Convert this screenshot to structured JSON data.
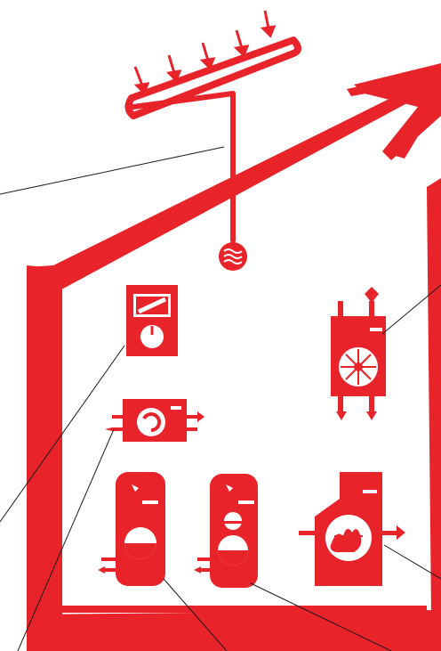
{
  "scene": {
    "description_free": true,
    "brand_color": "#e8232a",
    "leader_color": "#1a1a1a",
    "background": "#ffffff"
  },
  "components": [
    {
      "id": "solar-collector",
      "icon": "solar-panel-icon"
    },
    {
      "id": "sun-rays",
      "icon": "arrow-down-icon",
      "count": 5
    },
    {
      "id": "house-outline",
      "icon": "house-icon"
    },
    {
      "id": "controller",
      "icon": "thermostat-controller-icon"
    },
    {
      "id": "ventilation-unit",
      "icon": "fan-icon"
    },
    {
      "id": "heat-pump-module",
      "icon": "circulation-pump-icon"
    },
    {
      "id": "storage-tank-left",
      "icon": "water-tank-icon"
    },
    {
      "id": "storage-tank-middle",
      "icon": "water-tank-icon"
    },
    {
      "id": "boiler",
      "icon": "flame-boiler-icon"
    },
    {
      "id": "brush-arrow",
      "icon": "arrow-up-right-icon"
    }
  ]
}
